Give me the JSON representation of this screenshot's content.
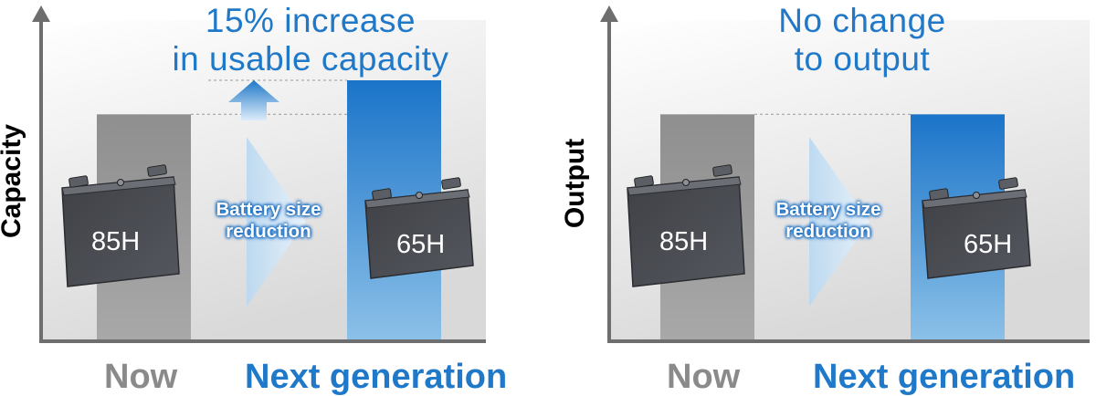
{
  "colors": {
    "accent_blue": "#1f78c8",
    "now_bar": "#8c8c8c",
    "next_bar_top": "#1b74c9",
    "next_bar_bottom": "#8cc1e8",
    "axis": "#6e6e6e",
    "cell_body": "#4a4c52"
  },
  "chart_data": [
    {
      "type": "bar",
      "title": "15% increase\nin usable capacity",
      "ylabel": "Capacity",
      "xlabel": "",
      "categories": [
        "Now",
        "Next generation"
      ],
      "values": [
        100,
        115
      ],
      "value_unit": "relative (%)",
      "grid": false,
      "battery_labels": [
        "85H",
        "65H"
      ],
      "annotation": "Battery size\nreduction",
      "arrow_up": true
    },
    {
      "type": "bar",
      "title": "No change\nto output",
      "ylabel": "Output",
      "xlabel": "",
      "categories": [
        "Now",
        "Next generation"
      ],
      "values": [
        100,
        100
      ],
      "value_unit": "relative (%)",
      "grid": false,
      "battery_labels": [
        "85H",
        "65H"
      ],
      "annotation": "Battery size\nreduction",
      "arrow_up": false
    }
  ]
}
